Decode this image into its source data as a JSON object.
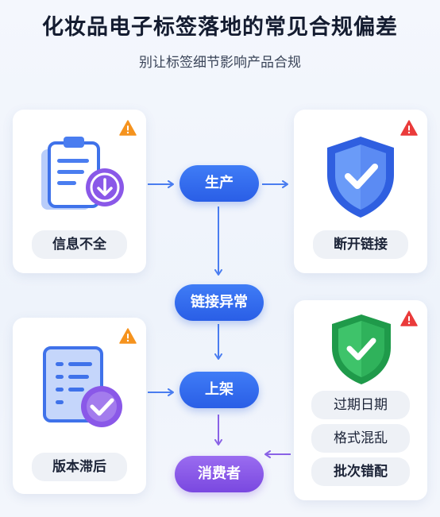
{
  "title": "化妆品电子标签落地的常见合规偏差",
  "subtitle": "别让标签细节影响产品合规",
  "cards": {
    "info_incomplete": {
      "label": "信息不全",
      "icon": "clipboard-download-icon",
      "warn_color": "#f5931e"
    },
    "link_broken": {
      "label": "断开链接",
      "icon": "shield-check-icon",
      "warn_color": "#ea3b3b"
    },
    "version_lag": {
      "label": "版本滞后",
      "icon": "document-check-icon",
      "warn_color": "#f5931e"
    },
    "format_issues": {
      "tags": [
        "过期日期",
        "格式混乱",
        "批次错配"
      ],
      "icon": "green-shield-check-icon",
      "warn_color": "#ea3b3b"
    }
  },
  "flow": {
    "production": "生产",
    "link_exception": "链接异常",
    "shelf": "上架",
    "consumer": "消费者"
  },
  "colors": {
    "accent_blue": "#2f6cf0",
    "consumer_purple": "#8a58e8",
    "arrow": "#4a7df0",
    "arrow_purple": "#8a62e6"
  }
}
